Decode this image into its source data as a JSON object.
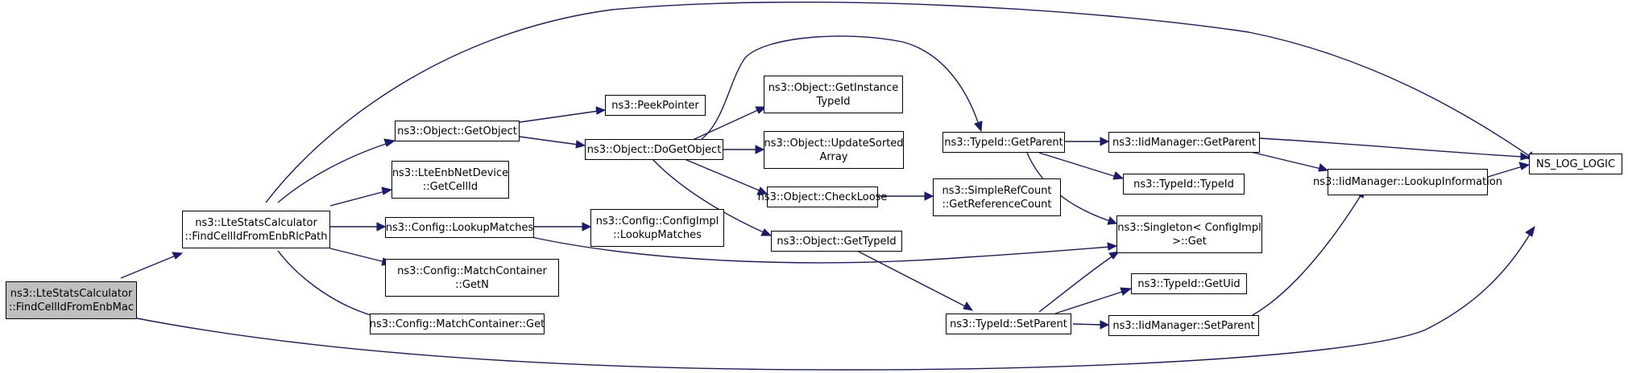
{
  "colors": {
    "edge": "#1a1a6e",
    "node_border": "#000000",
    "node_fill": "#ffffff",
    "root_fill": "#bfbfbf"
  },
  "nodes": {
    "find_cellid_enbmac": [
      "ns3::LteStatsCalculator",
      "::FindCellIdFromEnbMac"
    ],
    "find_cellid_enbrlcpath": [
      "ns3::LteStatsCalculator",
      "::FindCellIdFromEnbRlcPath"
    ],
    "object_getobject": [
      "ns3::Object::GetObject"
    ],
    "lteenbnetdevice_getcellid": [
      "ns3::LteEnbNetDevice",
      "::GetCellId"
    ],
    "config_lookupmatches": [
      "ns3::Config::LookupMatches"
    ],
    "matchcontainer_getn": [
      "ns3::Config::MatchContainer",
      "::GetN"
    ],
    "matchcontainer_get": [
      "ns3::Config::MatchContainer::Get"
    ],
    "peekpointer": [
      "ns3::PeekPointer"
    ],
    "object_dogetobject": [
      "ns3::Object::DoGetObject"
    ],
    "configimpl_lookupmatches": [
      "ns3::Config::ConfigImpl",
      "::LookupMatches"
    ],
    "object_getinstancetypeid": [
      "ns3::Object::GetInstance",
      "TypeId"
    ],
    "object_updatesortedarray": [
      "ns3::Object::UpdateSorted",
      "Array"
    ],
    "object_checkloose": [
      "ns3::Object::CheckLoose"
    ],
    "object_gettypeid": [
      "ns3::Object::GetTypeId"
    ],
    "simplerefcount_getreferencecount": [
      "ns3::SimpleRefCount",
      "::GetReferenceCount"
    ],
    "typeid_getparent": [
      "ns3::TypeId::GetParent"
    ],
    "typeid_setparent": [
      "ns3::TypeId::SetParent"
    ],
    "iidmanager_getparent": [
      "ns3::IidManager::GetParent"
    ],
    "typeid_typeid": [
      "ns3::TypeId::TypeId"
    ],
    "singleton_get": [
      "ns3::Singleton< ConfigImpl",
      " >::Get"
    ],
    "typeid_getuid": [
      "ns3::TypeId::GetUid"
    ],
    "iidmanager_setparent": [
      "ns3::IidManager::SetParent"
    ],
    "iidmanager_lookupinformation": [
      "ns3::IidManager::LookupInformation"
    ],
    "ns_log_logic": [
      "NS_LOG_LOGIC"
    ]
  },
  "edges": [
    [
      "find_cellid_enbmac",
      "find_cellid_enbrlcpath"
    ],
    [
      "find_cellid_enbmac",
      "ns_log_logic"
    ],
    [
      "find_cellid_enbrlcpath",
      "object_getobject"
    ],
    [
      "find_cellid_enbrlcpath",
      "lteenbnetdevice_getcellid"
    ],
    [
      "find_cellid_enbrlcpath",
      "config_lookupmatches"
    ],
    [
      "find_cellid_enbrlcpath",
      "matchcontainer_getn"
    ],
    [
      "find_cellid_enbrlcpath",
      "matchcontainer_get"
    ],
    [
      "find_cellid_enbrlcpath",
      "ns_log_logic"
    ],
    [
      "object_getobject",
      "peekpointer"
    ],
    [
      "object_getobject",
      "object_dogetobject"
    ],
    [
      "object_dogetobject",
      "object_getinstancetypeid"
    ],
    [
      "object_dogetobject",
      "object_updatesortedarray"
    ],
    [
      "object_dogetobject",
      "object_checkloose"
    ],
    [
      "object_dogetobject",
      "object_gettypeid"
    ],
    [
      "object_dogetobject",
      "typeid_getparent"
    ],
    [
      "config_lookupmatches",
      "configimpl_lookupmatches"
    ],
    [
      "config_lookupmatches",
      "singleton_get"
    ],
    [
      "object_checkloose",
      "simplerefcount_getreferencecount"
    ],
    [
      "object_gettypeid",
      "typeid_setparent"
    ],
    [
      "typeid_getparent",
      "iidmanager_getparent"
    ],
    [
      "typeid_getparent",
      "typeid_typeid"
    ],
    [
      "typeid_getparent",
      "singleton_get"
    ],
    [
      "typeid_setparent",
      "singleton_get"
    ],
    [
      "typeid_setparent",
      "typeid_getuid"
    ],
    [
      "typeid_setparent",
      "iidmanager_setparent"
    ],
    [
      "iidmanager_getparent",
      "ns_log_logic"
    ],
    [
      "iidmanager_getparent",
      "iidmanager_lookupinformation"
    ],
    [
      "iidmanager_setparent",
      "iidmanager_lookupinformation"
    ],
    [
      "iidmanager_lookupinformation",
      "ns_log_logic"
    ]
  ]
}
